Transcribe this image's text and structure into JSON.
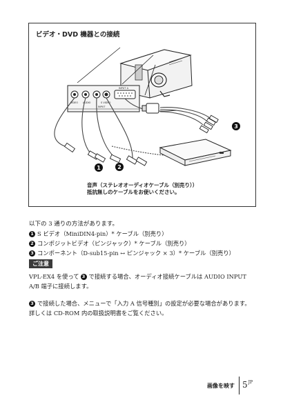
{
  "figure": {
    "title": "ビデオ・DVD 機器との接続",
    "panel_labels": {
      "video": "VIDEO",
      "audio": "AUDIO",
      "svideo": "S VIDEO",
      "input_a": "INPUT A",
      "input": "INPUT"
    },
    "callouts": [
      "1",
      "2",
      "3"
    ],
    "caption_line1": "音声（ステレオオーディオケーブル（別売り））",
    "caption_line2": "抵抗無しのケーブルをお使いください。"
  },
  "methods": {
    "intro": "以下の 3 通りの方法があります。",
    "items": [
      {
        "num": "1",
        "text": "S ビデオ（MiniDIN4-pin）* ケーブル（別売り）"
      },
      {
        "num": "2",
        "text": "コンポジットビデオ（ピンジャック）* ケーブル（別売り）"
      },
      {
        "num": "3",
        "text": "コンポーネント（D-sub15-pin ↔ ピンジャック × 3）* ケーブル（別売り）"
      }
    ]
  },
  "note": {
    "badge": "ご注意",
    "para1_line1": "VPL-EX4 を使って",
    "para1_num": "3",
    "para1_line1b": "で接続する場合、オーディオ接続ケーブルは AUDIO INPUT",
    "para1_line2": "A/B 端子に接続します。",
    "para2_num": "3",
    "para2_line1": "で接続した場合、メニューで「入力 A 信号種別」の設定が必要な場合があります。",
    "para2_line2": "詳しくは CD-ROM 内の取扱説明書をご覧ください。"
  },
  "footer": {
    "section": "画像を映す",
    "page": "5",
    "lang": "JP"
  }
}
